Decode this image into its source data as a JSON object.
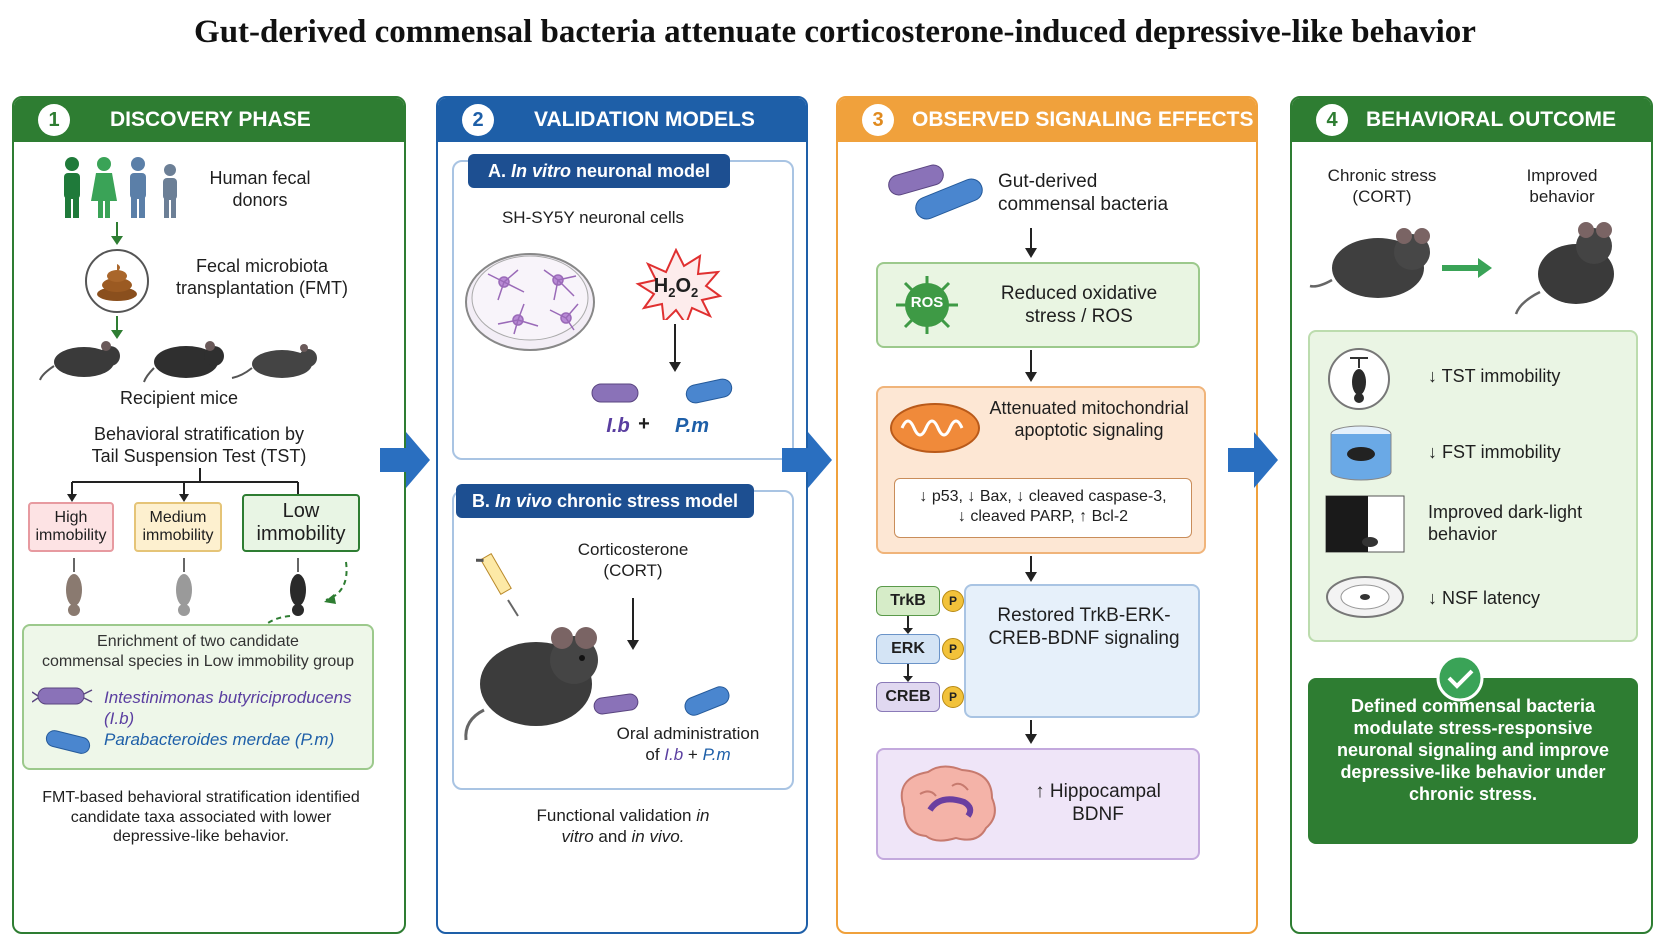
{
  "title": "Gut-derived commensal bacteria attenuate corticosterone-induced depressive-like behavior",
  "colors": {
    "green": "#2e7d32",
    "blue": "#1e5fa8",
    "orange": "#f0a13c",
    "arrow_blue": "#2a6fc0"
  },
  "panel1": {
    "num": "1",
    "heading": "DISCOVERY PHASE",
    "donors": "Human fecal donors",
    "fmt": "Fecal microbiota transplantation (FMT)",
    "mice": "Recipient mice",
    "strat_line1": "Behavioral stratification by",
    "strat_line2": "Tail Suspension Test (TST)",
    "high": "High immobility",
    "medium": "Medium immobility",
    "low": "Low immobility",
    "enrich_line1": "Enrichment of two candidate",
    "enrich_line2": "commensal species in Low immobility group",
    "species1": "Intestinimonas butyriciproducens (I.b)",
    "species2": "Parabacteroides merdae (P.m)",
    "summary": "FMT-based behavioral stratification identified candidate taxa associated with lower depressive-like behavior."
  },
  "panel2": {
    "num": "2",
    "heading": "VALIDATION MODELS",
    "a_label": "A.",
    "a_italic": "In vitro",
    "a_rest": "neuronal model",
    "cells": "SH-SY5Y neuronal cells",
    "h2o2": "H",
    "h2o2_sub1": "2",
    "h2o2_o": "O",
    "h2o2_sub2": "2",
    "ib": "I.b",
    "plus": "+",
    "pm": "P.m",
    "b_label": "B.",
    "b_italic": "In vivo",
    "b_rest": "chronic stress model",
    "cort": "Corticosterone (CORT)",
    "oral": "Oral administration",
    "oral_of": "of",
    "summary_line1": "Functional validation",
    "summary_in": "in",
    "summary_vitro": "vitro",
    "summary_and": "and",
    "summary_vivo": "in vivo."
  },
  "panel3": {
    "num": "3",
    "heading": "OBSERVED SIGNALING EFFECTS",
    "bacteria": "Gut-derived commensal bacteria",
    "ros_badge": "ROS",
    "ros": "Reduced oxidative stress / ROS",
    "mito": "Attenuated mitochondrial apoptotic signaling",
    "markers_line1": "↓ p53, ↓ Bax, ↓ cleaved caspase-3,",
    "markers_line2": "↓ cleaved PARP, ↑ Bcl-2",
    "trkb": "TrkB",
    "erk": "ERK",
    "creb": "CREB",
    "p": "P",
    "restored": "Restored TrkB-ERK-CREB-BDNF signaling",
    "bdnf": "↑ Hippocampal BDNF"
  },
  "panel4": {
    "num": "4",
    "heading": "BEHAVIORAL OUTCOME",
    "stress": "Chronic stress (CORT)",
    "improved": "Improved behavior",
    "tst": "↓ TST immobility",
    "fst": "↓ FST immobility",
    "dark": "Improved dark-light behavior",
    "nsf": "↓ NSF latency",
    "conclusion": "Defined commensal bacteria modulate stress-responsive neuronal signaling and improve depressive-like behavior under chronic stress."
  }
}
